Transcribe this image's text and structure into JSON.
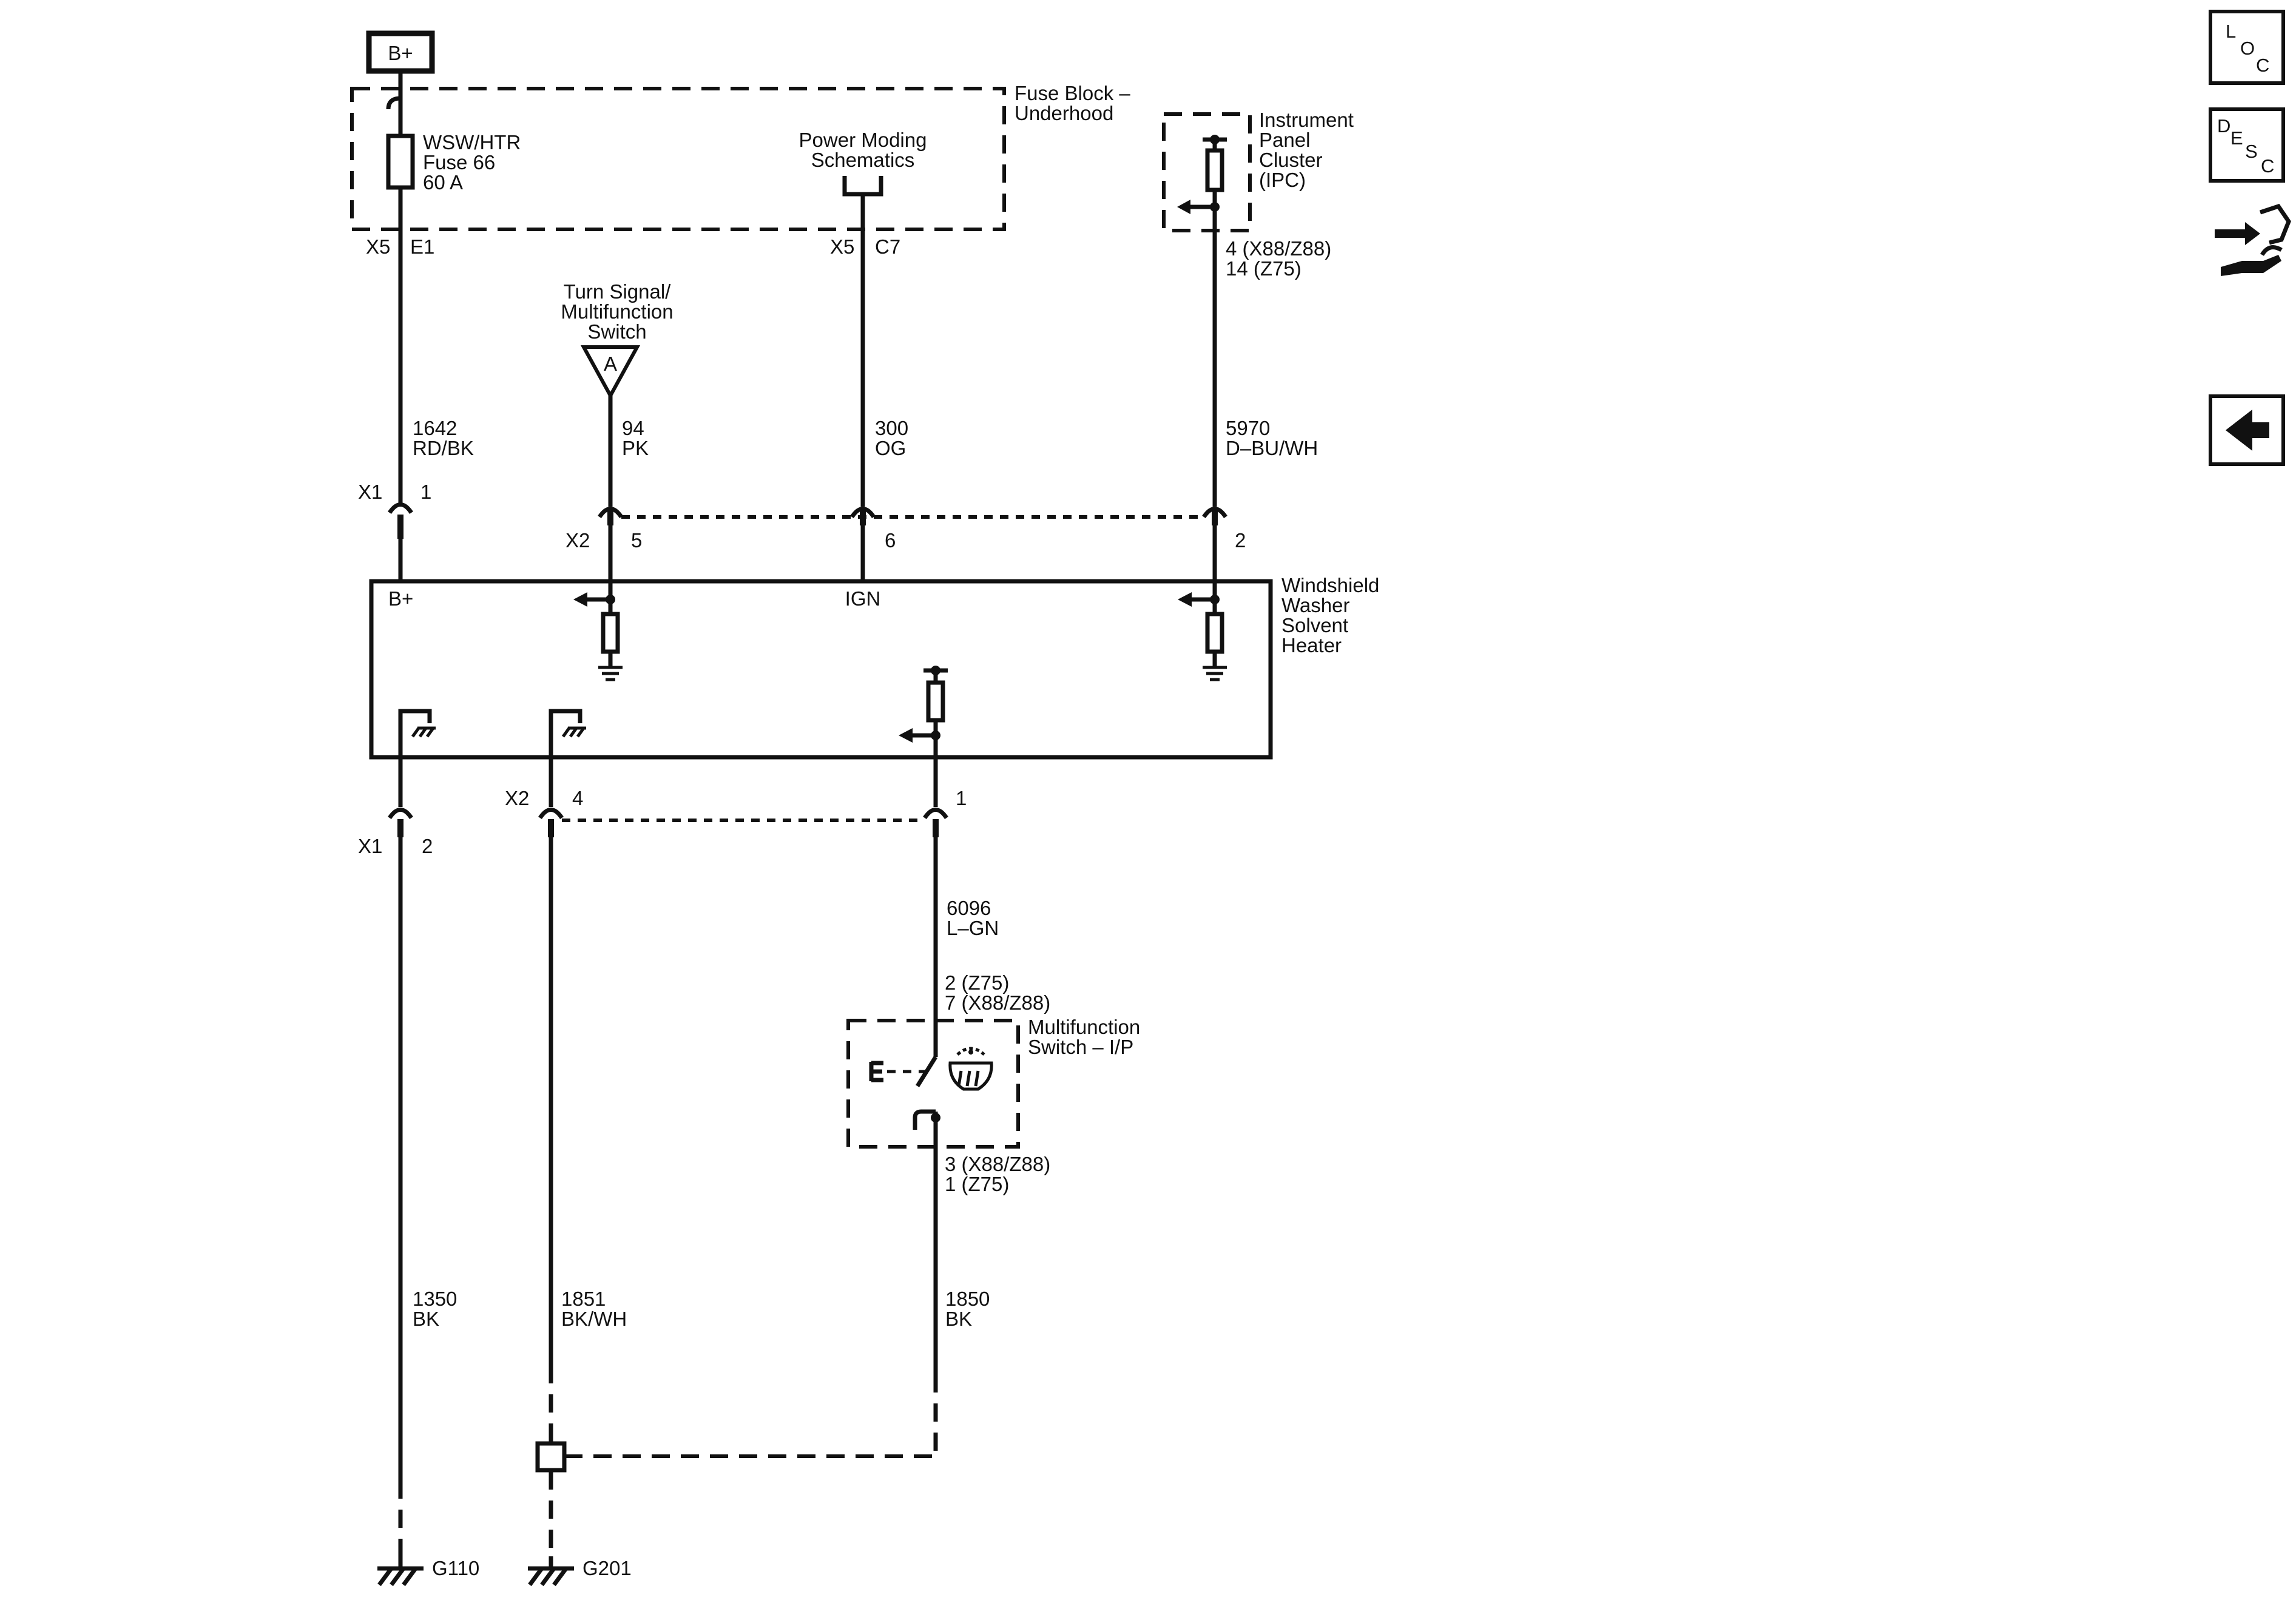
{
  "supply": {
    "label": "B+"
  },
  "fuse_block": {
    "name": "Fuse Block – Underhood",
    "fuse_lines": [
      "WSW/HTR",
      "Fuse 66",
      "60 A"
    ],
    "power_moding_lines": [
      "Power Moding",
      "Schematics"
    ],
    "conn_e1": [
      "X5",
      "E1"
    ],
    "conn_c7": [
      "X5",
      "C7"
    ]
  },
  "ipc": {
    "name_lines": [
      "Instrument",
      "Panel",
      "Cluster",
      "(IPC)"
    ],
    "pins": [
      "4 (X88/Z88)",
      "14 (Z75)"
    ]
  },
  "turn_signal": {
    "name_lines": [
      "Turn Signal/",
      "Multifunction",
      "Switch"
    ],
    "ref": "A"
  },
  "wires": {
    "w1642": [
      "1642",
      "RD/BK"
    ],
    "w94": [
      "94",
      "PK"
    ],
    "w300": [
      "300",
      "OG"
    ],
    "w5970": [
      "5970",
      "D–BU/WH"
    ],
    "w6096": [
      "6096",
      "L–GN"
    ],
    "w1350": [
      "1350",
      "BK"
    ],
    "w1851": [
      "1851",
      "BK/WH"
    ],
    "w1850": [
      "1850",
      "BK"
    ]
  },
  "heater": {
    "name_lines": [
      "Windshield",
      "Washer",
      "Solvent",
      "Heater"
    ],
    "bplus": "B+",
    "ign": "IGN"
  },
  "connectors": {
    "x1": "X1",
    "x1_pin1": "1",
    "x1_pin2": "2",
    "x2": "X2",
    "x2_pin5": "5",
    "x2_pin6": "6",
    "x2_pin2": "2",
    "x2_pin4": "4",
    "x2_pin1": "1"
  },
  "mf_switch": {
    "name_lines": [
      "Multifunction",
      "Switch – I/P"
    ],
    "top_pins": [
      "2 (Z75)",
      "7 (X88/Z88)"
    ],
    "bottom_pins": [
      "3 (X88/Z88)",
      "1 (Z75)"
    ]
  },
  "grounds": {
    "g110": "G110",
    "g201": "G201"
  },
  "nav": {
    "loc": [
      "L",
      "O",
      "C"
    ],
    "desc": [
      "D",
      "E",
      "S",
      "C"
    ],
    "icons": [
      "component-locator-icon",
      "description-icon",
      "connector-repair-icon",
      "back-arrow-icon"
    ]
  }
}
